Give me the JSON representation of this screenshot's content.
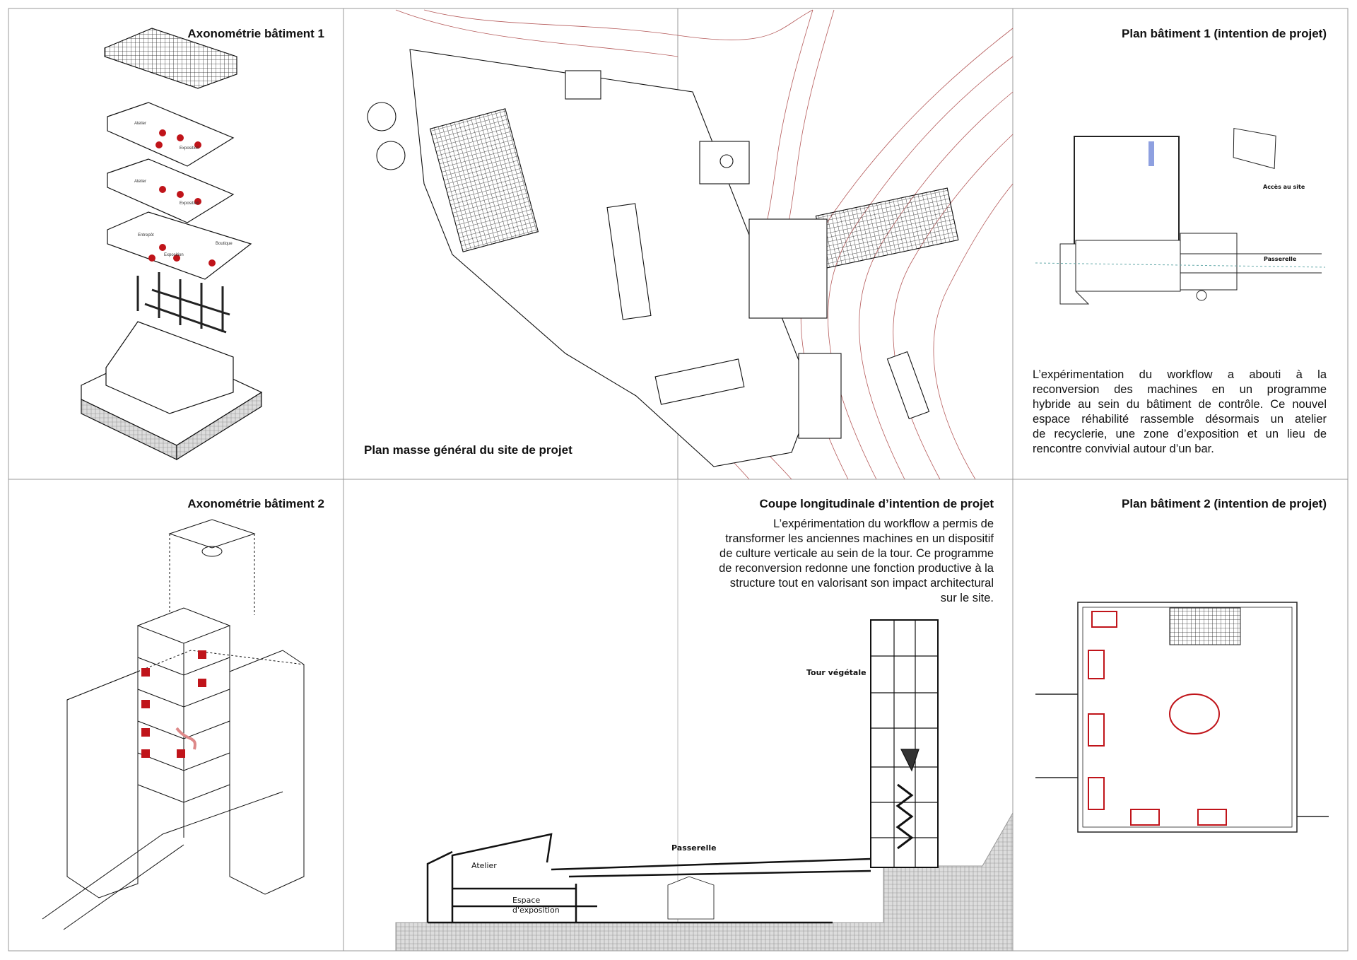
{
  "panels": {
    "axo1": {
      "title": "Axonométrie bâtiment 1",
      "labels": [
        "Atelier",
        "Exposition",
        "Atelier",
        "Exposition",
        "Entrepôt",
        "Exposition",
        "Boutique"
      ]
    },
    "site_plan": {
      "title": "Plan masse général du site de projet"
    },
    "plan1": {
      "title": "Plan   bâtiment 1 (intention de projet)",
      "labels": {
        "access": "Accès au site",
        "bridge": "Passerelle"
      },
      "paragraph": [
        "L’expérimentation du workflow a abouti à la",
        "reconversion des machines en un programme",
        "hybride au sein du bâtiment de contrôle. Ce nouvel",
        "espace réhabilité rassemble désormais un atelier",
        "de recyclerie, une zone d’exposition et un lieu de",
        "rencontre convivial autour d’un bar."
      ]
    },
    "axo2": {
      "title": "Axonométrie bâtiment 2"
    },
    "section": {
      "title": "Coupe longitudinale d’intention de projet",
      "paragraph": [
        "L’expérimentation du workflow a permis de",
        "transformer les anciennes machines en un dispositif",
        "de culture verticale au sein de la tour. Ce programme",
        "de reconversion redonne une fonction productive à la",
        "structure tout en valorisant son impact architectural",
        "sur le site."
      ],
      "labels": {
        "tower": "Tour végétale",
        "bridge": "Passerelle",
        "workshop": "Atelier",
        "exhibition_1": "Espace",
        "exhibition_2": "d'exposition"
      }
    },
    "plan2": {
      "title": "Plan bâtiment 2 (intention de projet)"
    }
  },
  "colors": {
    "accent_red": "#c0141a",
    "contour": "#b55a5a",
    "frame": "#999999"
  }
}
